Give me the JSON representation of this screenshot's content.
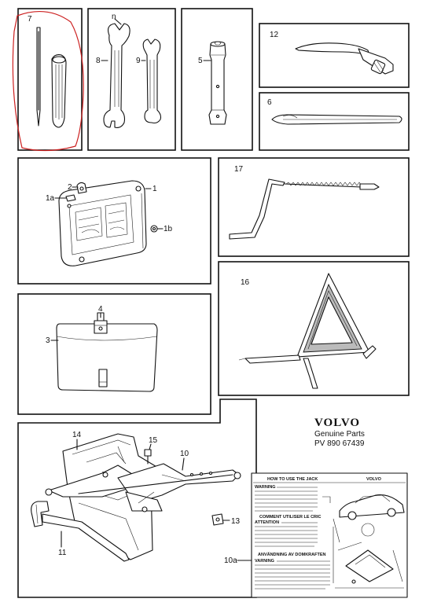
{
  "callouts": {
    "c7": "7",
    "c8": "8",
    "c9": "9",
    "cn": "n",
    "c5": "5",
    "c12": "12",
    "c6": "6",
    "c2": "2",
    "c1": "1",
    "c1a": "1a",
    "c1b": "1b",
    "c17": "17",
    "c16": "16",
    "c4": "4",
    "c3": "3",
    "c14": "14",
    "c15": "15",
    "c10": "10",
    "c13": "13",
    "c11": "11",
    "c10a": "10a"
  },
  "branding": {
    "brand": "VOLVO",
    "genuine": "Genuine Parts",
    "part_number": "PV 890 67439"
  },
  "jack_label": {
    "title": "HOW TO USE THE JACK",
    "brand": "VOLVO",
    "section_fr": "COMMENT UTILISER LE CRIC",
    "section_sv": "ANVÄNDNING AV DOMKRAFTEN",
    "warning": "WARNING",
    "attention": "ATTENTION",
    "varning": "VARNING"
  },
  "colors": {
    "ink": "#111111",
    "annotation_red": "#cc2020"
  }
}
